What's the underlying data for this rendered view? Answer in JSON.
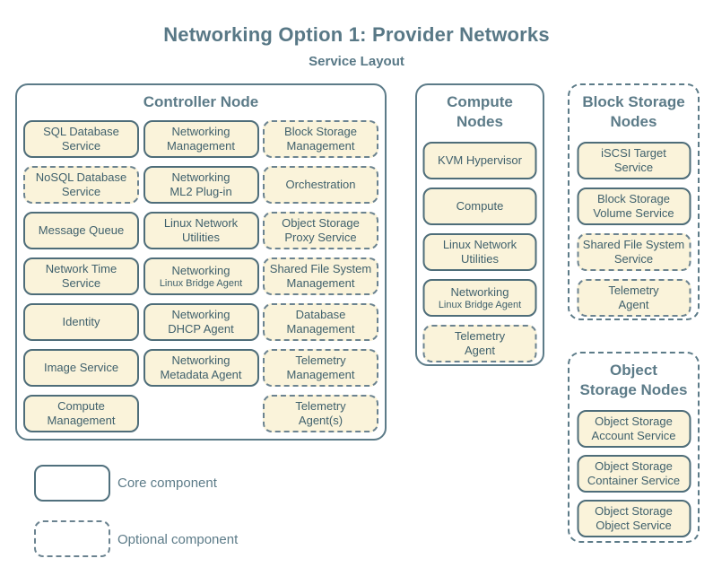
{
  "title": "Networking Option 1: Provider Networks",
  "subtitle": "Service Layout",
  "colors": {
    "core_border": "#4e6d79",
    "optional_border": "#6b8390",
    "box_fill": "#faf3da",
    "heading_text": "#5c7b88",
    "box_text": "#3f606c",
    "background": "#ffffff"
  },
  "controller": {
    "title": "Controller Node",
    "columns": [
      {
        "items": [
          {
            "label": "SQL Database\nService",
            "type": "core"
          },
          {
            "label": "NoSQL Database\nService",
            "type": "optional"
          },
          {
            "label": "Message Queue",
            "type": "core"
          },
          {
            "label": "Network Time\nService",
            "type": "core"
          },
          {
            "label": "Identity",
            "type": "core"
          },
          {
            "label": "Image Service",
            "type": "core"
          },
          {
            "label": "Compute\nManagement",
            "type": "core"
          }
        ]
      },
      {
        "items": [
          {
            "label": "Networking\nManagement",
            "type": "core"
          },
          {
            "label": "Networking\nML2 Plug-in",
            "type": "core"
          },
          {
            "label": "Linux Network\nUtilities",
            "type": "core"
          },
          {
            "label": "Networking",
            "sublabel": "Linux Bridge Agent",
            "type": "core"
          },
          {
            "label": "Networking\nDHCP Agent",
            "type": "core"
          },
          {
            "label": "Networking\nMetadata Agent",
            "type": "core"
          }
        ]
      },
      {
        "items": [
          {
            "label": "Block Storage\nManagement",
            "type": "optional"
          },
          {
            "label": "Orchestration",
            "type": "optional"
          },
          {
            "label": "Object Storage\nProxy Service",
            "type": "optional"
          },
          {
            "label": "Shared File System\nManagement",
            "type": "optional"
          },
          {
            "label": "Database\nManagement",
            "type": "optional"
          },
          {
            "label": "Telemetry\nManagement",
            "type": "optional"
          },
          {
            "label": "Telemetry\nAgent(s)",
            "type": "optional"
          }
        ]
      }
    ]
  },
  "compute": {
    "title_line1": "Compute",
    "title_line2": "Nodes",
    "items": [
      {
        "label": "KVM Hypervisor",
        "type": "core"
      },
      {
        "label": "Compute",
        "type": "core"
      },
      {
        "label": "Linux Network\nUtilities",
        "type": "core"
      },
      {
        "label": "Networking",
        "sublabel": "Linux Bridge Agent",
        "type": "core"
      },
      {
        "label": "Telemetry\nAgent",
        "type": "optional"
      }
    ]
  },
  "block_storage": {
    "title_line1": "Block Storage",
    "title_line2": "Nodes",
    "items": [
      {
        "label": "iSCSI Target\nService",
        "type": "core"
      },
      {
        "label": "Block Storage\nVolume Service",
        "type": "core"
      },
      {
        "label": "Shared File System\nService",
        "type": "optional"
      },
      {
        "label": "Telemetry\nAgent",
        "type": "optional"
      }
    ]
  },
  "object_storage": {
    "title_line1": "Object",
    "title_line2": "Storage Nodes",
    "items": [
      {
        "label": "Object Storage\nAccount Service",
        "type": "core"
      },
      {
        "label": "Object Storage\nContainer Service",
        "type": "core"
      },
      {
        "label": "Object Storage\nObject Service",
        "type": "core"
      }
    ]
  },
  "legend": {
    "core_label": "Core component",
    "optional_label": "Optional component"
  }
}
